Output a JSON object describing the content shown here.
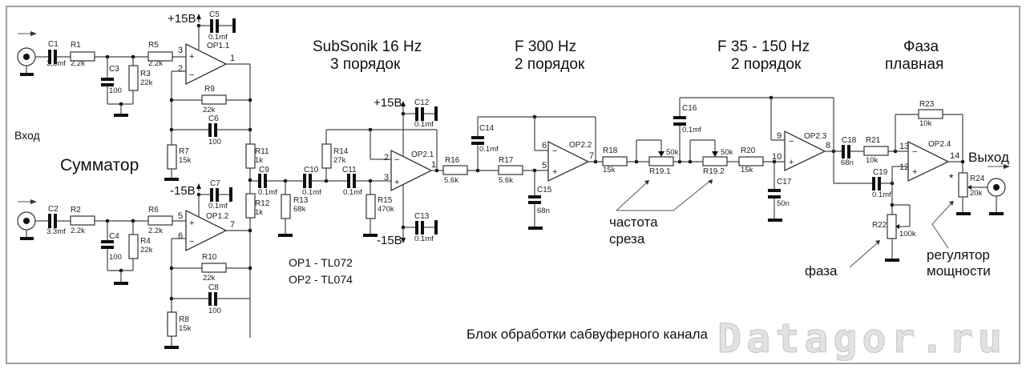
{
  "diagram": {
    "title": "Блок обработки сабвуферного канала",
    "watermark": "Datagor.ru",
    "colors": {
      "ink": "#111111",
      "wire": "#444444",
      "frame": "#888888",
      "watermark": "#e2e2e2"
    }
  },
  "labels": {
    "input": "Вход",
    "output": "Выход",
    "summer": "Сумматор",
    "stage_subsonic_1": "SubSonik 16 Hz",
    "stage_subsonic_2": "3 порядок",
    "stage_f300_1": "F 300 Hz",
    "stage_f300_2": "2 порядок",
    "stage_f35_1": "F 35 - 150 Hz",
    "stage_f35_2": "2 порядок",
    "stage_phase_1": "Фаза",
    "stage_phase_2": "плавная",
    "cutoff_1": "частота",
    "cutoff_2": "среза",
    "phase": "фаза",
    "power_1": "регулятор",
    "power_2": "мощности",
    "ic_op1": "OP1 - TL072",
    "ic_op2": "OP2 - TL074",
    "trim_mark": "*"
  },
  "rails": {
    "pos": "+15В",
    "neg": "-15В"
  },
  "opamps": {
    "op11": {
      "ref": "OP1.1",
      "plus": "3",
      "minus": "2",
      "out": "1"
    },
    "op12": {
      "ref": "OP1.2",
      "plus": "5",
      "minus": "6",
      "out": "7"
    },
    "op21": {
      "ref": "OP2.1",
      "plus": "3",
      "minus": "2",
      "out": "1"
    },
    "op22": {
      "ref": "OP2.2",
      "plus": "5",
      "minus": "6",
      "out": "7"
    },
    "op23": {
      "ref": "OP2.3",
      "plus": "10",
      "minus": "9",
      "out": "8"
    },
    "op24": {
      "ref": "OP2.4",
      "plus": "12",
      "minus": "13",
      "out": "14"
    },
    "sign_plus": "+",
    "sign_minus": "−"
  },
  "resistors": {
    "R1": {
      "ref": "R1",
      "value": "2.2k"
    },
    "R2": {
      "ref": "R2",
      "value": "2.2k"
    },
    "R3": {
      "ref": "R3",
      "value": "22k"
    },
    "R4": {
      "ref": "R4",
      "value": "22k"
    },
    "R5": {
      "ref": "R5",
      "value": "2.2k"
    },
    "R6": {
      "ref": "R6",
      "value": "2.2k"
    },
    "R7": {
      "ref": "R7",
      "value": "15k"
    },
    "R8": {
      "ref": "R8",
      "value": "15k"
    },
    "R9": {
      "ref": "R9",
      "value": "22k"
    },
    "R10": {
      "ref": "R10",
      "value": "22k"
    },
    "R11": {
      "ref": "R11",
      "value": "1k"
    },
    "R12": {
      "ref": "R12",
      "value": "1k"
    },
    "R13": {
      "ref": "R13",
      "value": "68k"
    },
    "R14": {
      "ref": "R14",
      "value": "27k"
    },
    "R15": {
      "ref": "R15",
      "value": "470k"
    },
    "R16": {
      "ref": "R16",
      "value": "5.6k"
    },
    "R17": {
      "ref": "R17",
      "value": "5.6k"
    },
    "R18": {
      "ref": "R18",
      "value": "15k"
    },
    "R19_1": {
      "ref": "R19.1",
      "value": "50k"
    },
    "R19_2": {
      "ref": "R19.2",
      "value": "50k"
    },
    "R20": {
      "ref": "R20",
      "value": "15k"
    },
    "R21": {
      "ref": "R21",
      "value": "10k"
    },
    "R22": {
      "ref": "R22",
      "value": "100k"
    },
    "R23": {
      "ref": "R23",
      "value": "10k"
    },
    "R24": {
      "ref": "R24",
      "value": "20k"
    }
  },
  "capacitors": {
    "C1": {
      "ref": "C1",
      "value": "3,3mf"
    },
    "C2": {
      "ref": "C2",
      "value": "3.3mf"
    },
    "C3": {
      "ref": "C3",
      "value": "100"
    },
    "C4": {
      "ref": "C4",
      "value": "100"
    },
    "C5": {
      "ref": "C5",
      "value": "0.1mf"
    },
    "C6": {
      "ref": "C6",
      "value": "100"
    },
    "C7": {
      "ref": "C7",
      "value": "0.1mf"
    },
    "C8": {
      "ref": "C8",
      "value": "100"
    },
    "C9": {
      "ref": "C9",
      "value": "0.1mf"
    },
    "C10": {
      "ref": "C10",
      "value": "0.1mf"
    },
    "C11": {
      "ref": "C11",
      "value": "0.1mf"
    },
    "C12": {
      "ref": "C12",
      "value": "0.1mf"
    },
    "C13": {
      "ref": "C13",
      "value": "0.1mf"
    },
    "C14": {
      "ref": "C14",
      "value": "0.1mf"
    },
    "C15": {
      "ref": "C15",
      "value": "68n"
    },
    "C16": {
      "ref": "C16",
      "value": "0.1mf"
    },
    "C17": {
      "ref": "C17",
      "value": "50n"
    },
    "C18": {
      "ref": "C18",
      "value": "68n"
    },
    "C19": {
      "ref": "C19",
      "value": "0.1mf"
    }
  }
}
